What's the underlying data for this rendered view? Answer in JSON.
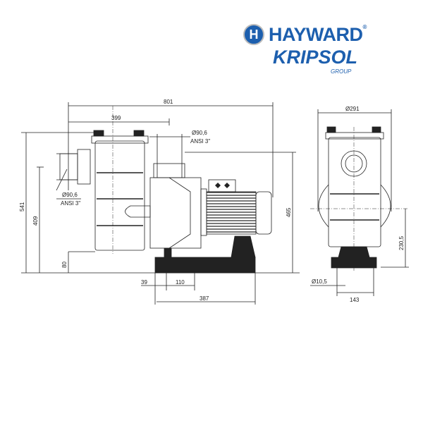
{
  "logo": {
    "brand": "HAYWARD",
    "badge": "H",
    "sub_brand": "KRIPSOL",
    "group": "GROUP",
    "reg": "®"
  },
  "colors": {
    "brand": "#1d5fae",
    "line": "#222222"
  },
  "side_view": {
    "overall_length": "801",
    "inlet_to_outlet": "399",
    "outlet_label": "Ø90,6",
    "outlet_std": "ANSI 3\"",
    "inlet_label": "Ø90,6",
    "inlet_std": "ANSI 3\"",
    "total_height": "541",
    "inlet_height": "409",
    "drain_height": "80",
    "outlet_height": "465",
    "base_offset": "39",
    "foot_spacing": "110",
    "base_length": "387"
  },
  "front_view": {
    "width": "Ø291",
    "axis_height": "230,5",
    "hole_diameter": "Ø10,5",
    "foot_width": "143"
  }
}
